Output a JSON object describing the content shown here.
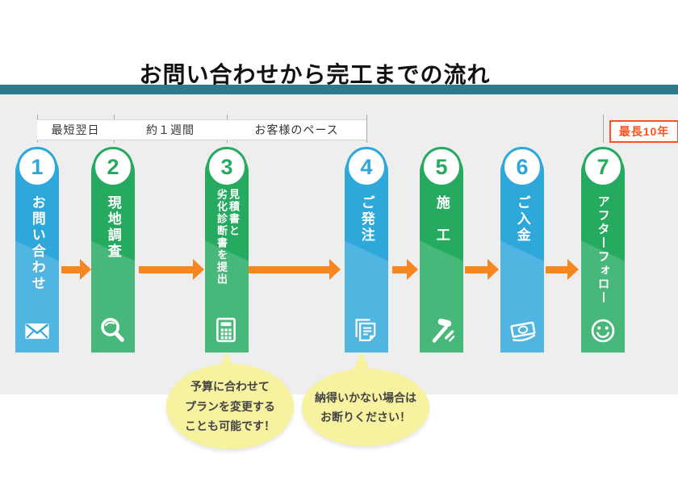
{
  "title": "お問い合わせから完工までの流れ",
  "timeline": {
    "labels": [
      {
        "text": "最短翌日"
      },
      {
        "text": "約１週間"
      },
      {
        "text": "お客様のペース"
      },
      {
        "text": "最長10年"
      }
    ]
  },
  "steps": [
    {
      "number": "1",
      "label": "お問い合わせ",
      "color": "blue",
      "icon": "envelope-icon"
    },
    {
      "number": "2",
      "label": "現地調査",
      "color": "green",
      "icon": "magnifier-icon"
    },
    {
      "number": "3",
      "label": "見積書と\n劣化診断書を提出",
      "color": "green",
      "icon": "calculator-icon"
    },
    {
      "number": "4",
      "label": "ご発注",
      "color": "blue",
      "icon": "document-icon"
    },
    {
      "number": "5",
      "label": "施　工",
      "color": "green",
      "icon": "tools-icon"
    },
    {
      "number": "6",
      "label": "ご入金",
      "color": "blue",
      "icon": "money-icon"
    },
    {
      "number": "7",
      "label": "アフターフォロー",
      "color": "green",
      "icon": "smiley-icon"
    }
  ],
  "bubbles": [
    {
      "text": "予算に合わせて\nプランを変更する\nことも可能です！"
    },
    {
      "text": "納得いかない場合は\nお断りください！"
    }
  ],
  "colors": {
    "accent_blue": "#2ea7db",
    "accent_green": "#25aa60",
    "arrow_orange": "#f6861f",
    "header_teal": "#2b7b8c",
    "bubble_yellow": "#f6f2a0",
    "highlight_red": "#ff5122",
    "band_gray": "#eeeeee"
  }
}
